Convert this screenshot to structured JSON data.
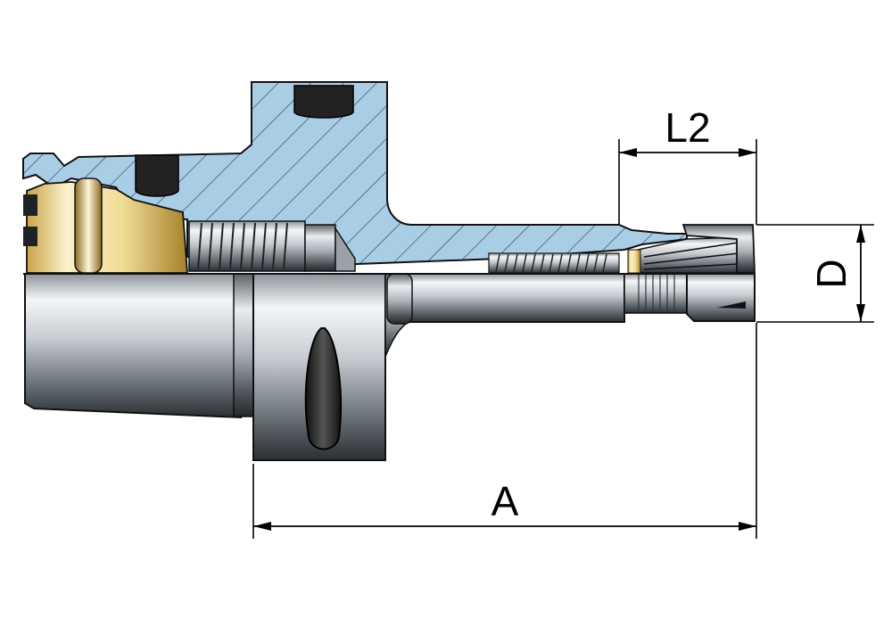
{
  "dimensions": {
    "overall_length": "A",
    "clamping_length": "L2",
    "diameter": "D"
  },
  "colors": {
    "section_fill": "#aacde6",
    "hatch": "#233a50",
    "outline": "#111111",
    "brass_light": "#fbf2cc",
    "brass_dark": "#a6812a",
    "steel_light": "#f4f6f8",
    "steel_mid": "#9aa1a8",
    "steel_dark": "#2b2f33",
    "dimension_line": "#000000"
  }
}
